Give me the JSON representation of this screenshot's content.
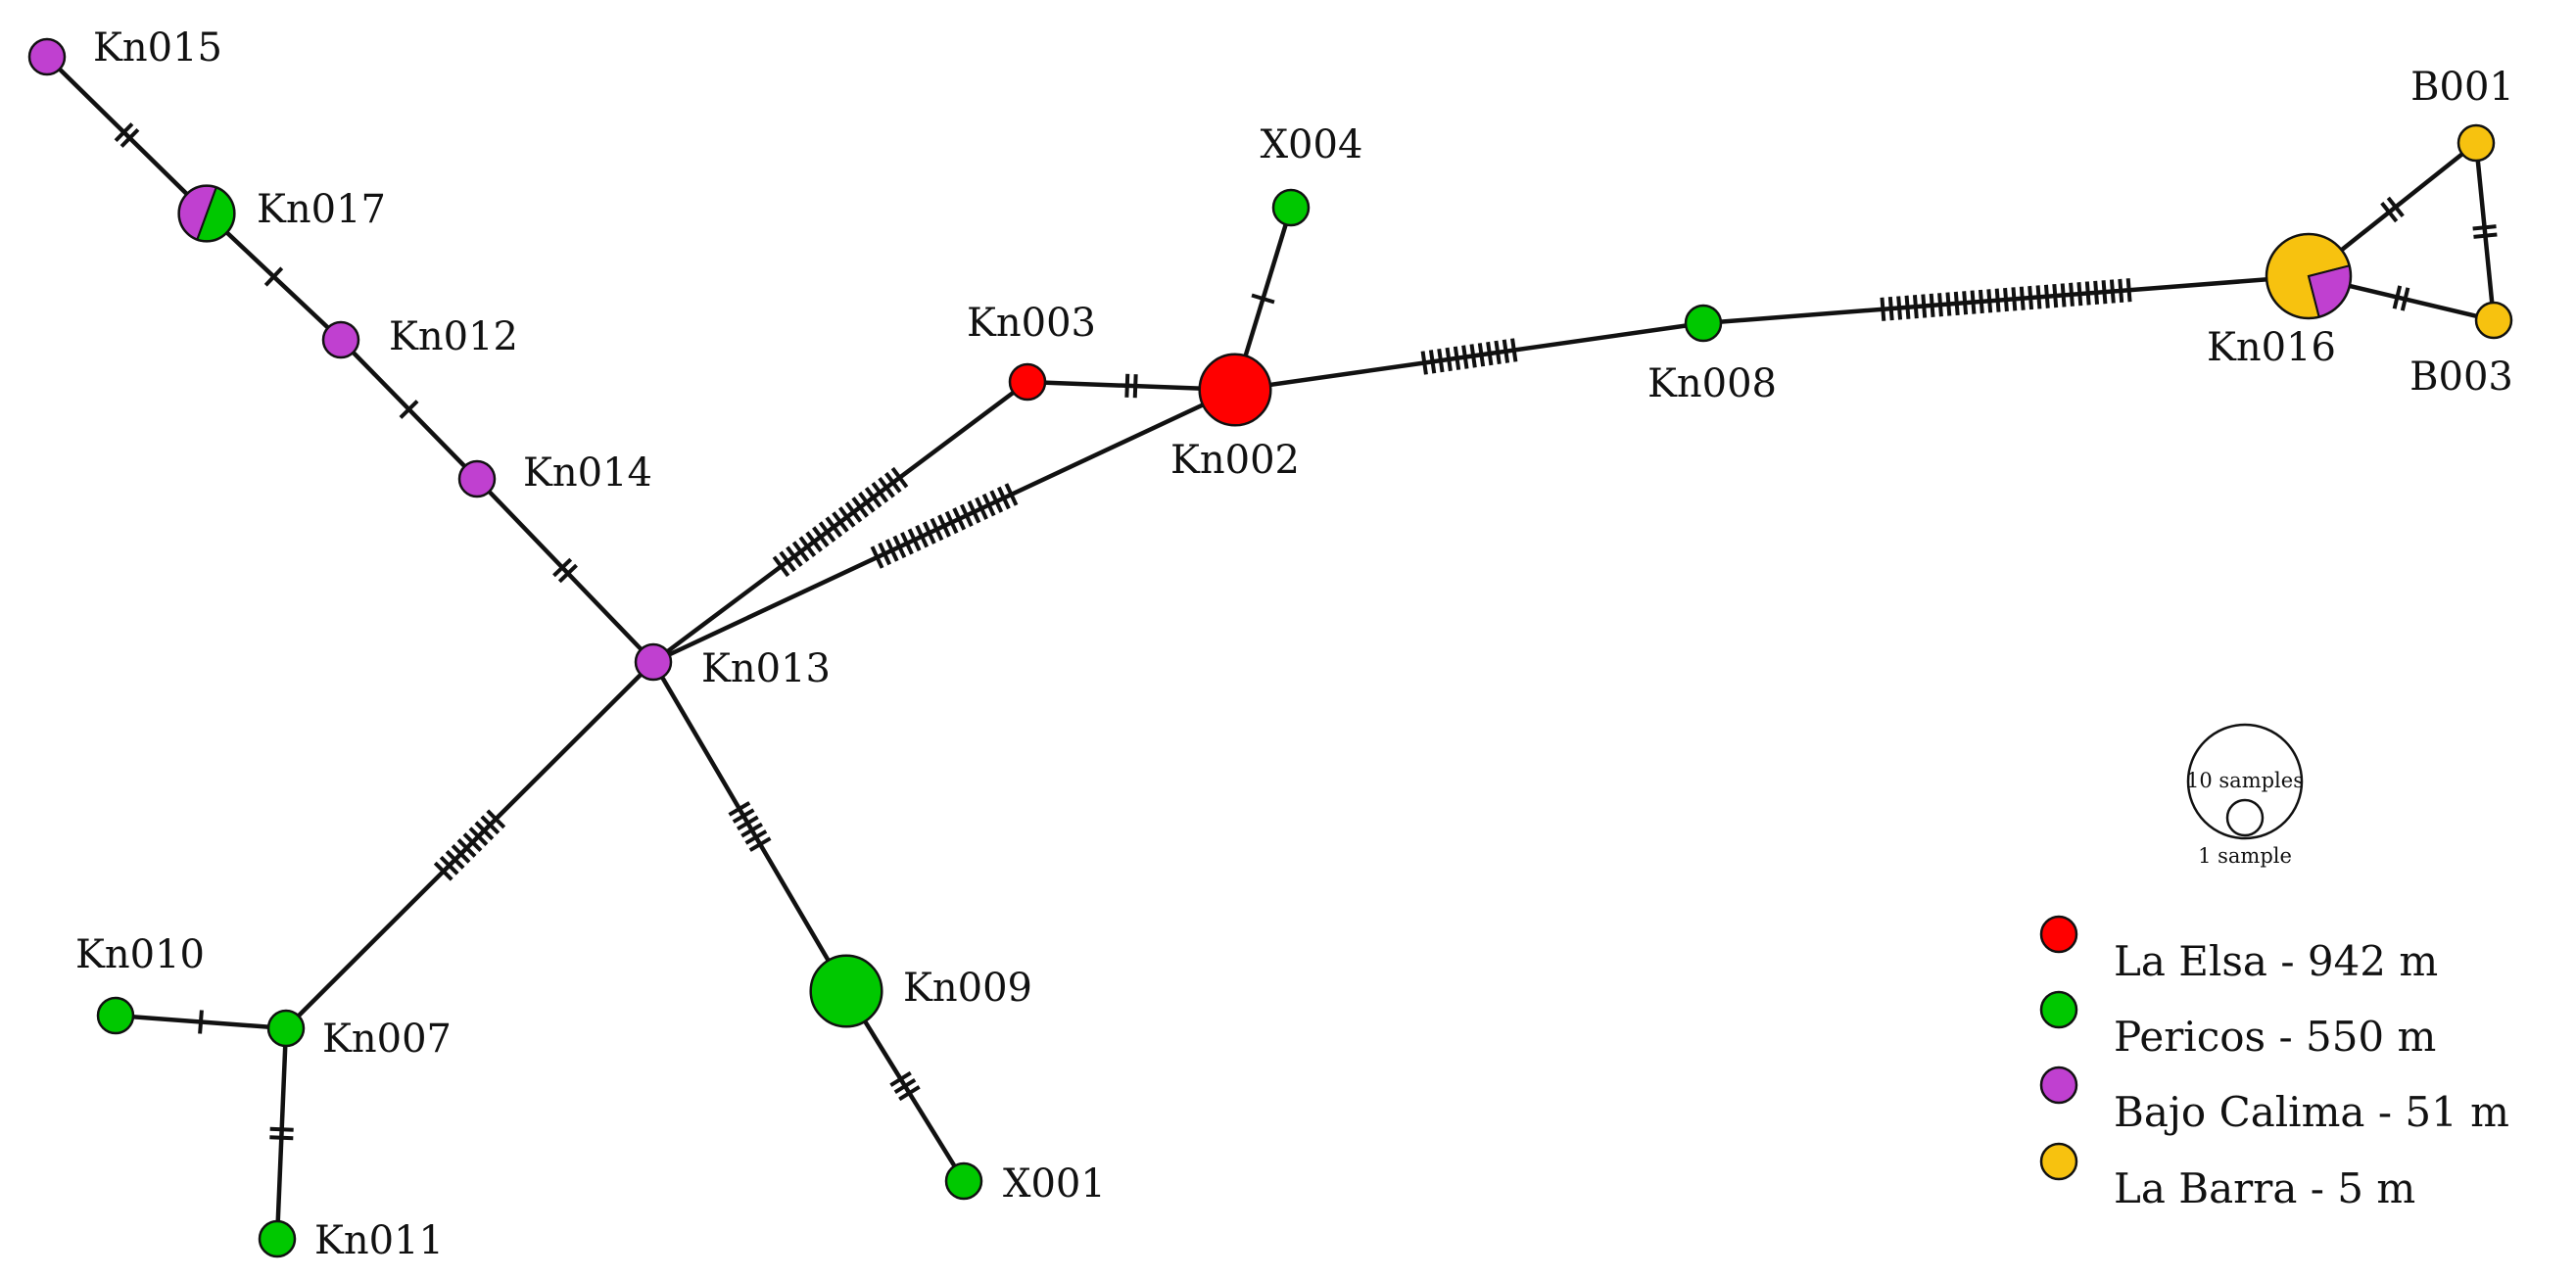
{
  "populations": [
    {
      "id": "elsa",
      "label": "La Elsa - 942 m",
      "color": "#ff0000"
    },
    {
      "id": "pericos",
      "label": "Pericos - 550 m",
      "color": "#00c800"
    },
    {
      "id": "bajo",
      "label": "Bajo Calima - 51 m",
      "color": "#c040d0"
    },
    {
      "id": "barra",
      "label": "La Barra - 5 m",
      "color": "#f7c20f"
    }
  ],
  "haplotypes": [
    {
      "id": "Kn015",
      "label": "Kn015",
      "samples": 1,
      "composition": {
        "bajo": 1
      }
    },
    {
      "id": "Kn017",
      "label": "Kn017",
      "samples": 2,
      "composition": {
        "pericos": 1,
        "bajo": 1
      }
    },
    {
      "id": "Kn012",
      "label": "Kn012",
      "samples": 1,
      "composition": {
        "bajo": 1
      }
    },
    {
      "id": "Kn014",
      "label": "Kn014",
      "samples": 1,
      "composition": {
        "bajo": 1
      }
    },
    {
      "id": "Kn013",
      "label": "Kn013",
      "samples": 1,
      "composition": {
        "bajo": 1
      }
    },
    {
      "id": "Kn003",
      "label": "Kn003",
      "samples": 1,
      "composition": {
        "elsa": 1
      }
    },
    {
      "id": "Kn002",
      "label": "Kn002",
      "samples": 3,
      "composition": {
        "elsa": 1
      }
    },
    {
      "id": "X004",
      "label": "X004",
      "samples": 1,
      "composition": {
        "pericos": 1
      }
    },
    {
      "id": "Kn008",
      "label": "Kn008",
      "samples": 1,
      "composition": {
        "pericos": 1
      }
    },
    {
      "id": "Kn016",
      "label": "Kn016",
      "samples": 4,
      "composition": {
        "barra": 3,
        "bajo": 1
      }
    },
    {
      "id": "B001",
      "label": "B001",
      "samples": 1,
      "composition": {
        "barra": 1
      }
    },
    {
      "id": "B003",
      "label": "B003",
      "samples": 1,
      "composition": {
        "barra": 1
      }
    },
    {
      "id": "Kn009",
      "label": "Kn009",
      "samples": 3,
      "composition": {
        "pericos": 1
      }
    },
    {
      "id": "X001",
      "label": "X001",
      "samples": 1,
      "composition": {
        "pericos": 1
      }
    },
    {
      "id": "Kn007",
      "label": "Kn007",
      "samples": 1,
      "composition": {
        "pericos": 1
      }
    },
    {
      "id": "Kn010",
      "label": "Kn010",
      "samples": 1,
      "composition": {
        "pericos": 1
      }
    },
    {
      "id": "Kn011",
      "label": "Kn011",
      "samples": 1,
      "composition": {
        "pericos": 1
      }
    }
  ],
  "links": [
    {
      "from": "Kn015",
      "to": "Kn017",
      "mutations": 2
    },
    {
      "from": "Kn017",
      "to": "Kn012",
      "mutations": 1
    },
    {
      "from": "Kn012",
      "to": "Kn014",
      "mutations": 1
    },
    {
      "from": "Kn014",
      "to": "Kn013",
      "mutations": 2
    },
    {
      "from": "Kn013",
      "to": "Kn003",
      "mutations": 19
    },
    {
      "from": "Kn013",
      "to": "Kn002",
      "mutations": 19
    },
    {
      "from": "Kn003",
      "to": "Kn002",
      "mutations": 2
    },
    {
      "from": "Kn002",
      "to": "X004",
      "mutations": 1
    },
    {
      "from": "Kn002",
      "to": "Kn008",
      "mutations": 12
    },
    {
      "from": "Kn008",
      "to": "Kn016",
      "mutations": 31
    },
    {
      "from": "Kn016",
      "to": "B001",
      "mutations": 2
    },
    {
      "from": "Kn016",
      "to": "B003",
      "mutations": 2
    },
    {
      "from": "B001",
      "to": "B003",
      "mutations": 2
    },
    {
      "from": "Kn013",
      "to": "Kn009",
      "mutations": 6
    },
    {
      "from": "Kn009",
      "to": "X001",
      "mutations": 3
    },
    {
      "from": "Kn013",
      "to": "Kn007",
      "mutations": 10
    },
    {
      "from": "Kn007",
      "to": "Kn010",
      "mutations": 1
    },
    {
      "from": "Kn007",
      "to": "Kn011",
      "mutations": 2
    }
  ],
  "scale_legend": {
    "large_label": "10 samples",
    "small_label": "1 sample"
  }
}
